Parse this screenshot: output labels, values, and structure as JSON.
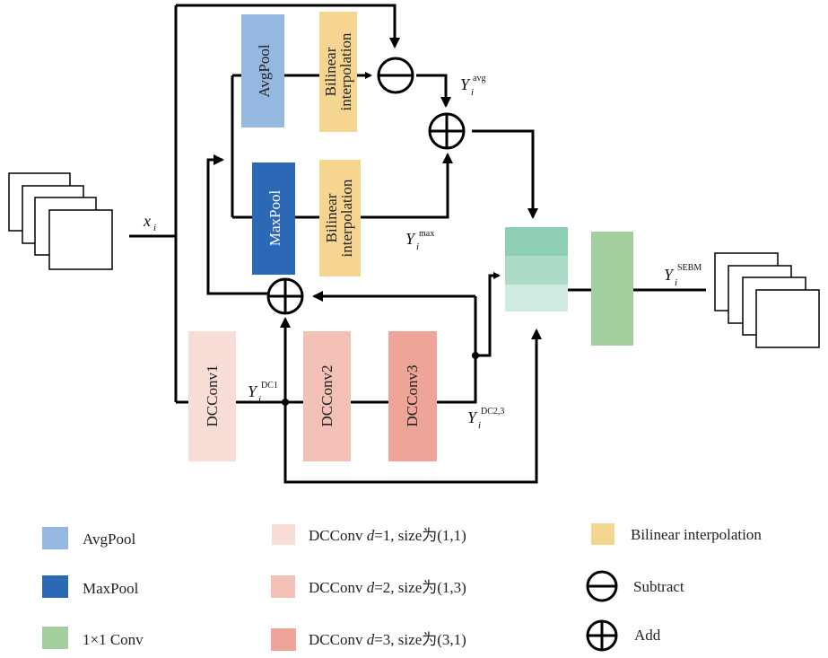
{
  "blocks": {
    "avgpool": {
      "label": "AvgPool",
      "color": "#94b8e0"
    },
    "maxpool": {
      "label": "MaxPool",
      "color": "#2b68b5"
    },
    "bilinear_top": {
      "label_line1": "Bilinear",
      "label_line2": "interpolation",
      "color": "#f5d590"
    },
    "bilinear_bottom": {
      "label_line1": "Bilinear",
      "label_line2": "interpolation",
      "color": "#f5d590"
    },
    "dcconv1": {
      "label": "DCConv1",
      "color": "#f8dcd6"
    },
    "dcconv2": {
      "label": "DCConv2",
      "color": "#f3c0b6"
    },
    "dcconv3": {
      "label": "DCConv3",
      "color": "#eea597"
    },
    "concat": {
      "colors": [
        "#8fcfb6",
        "#acdcc8",
        "#cfeadf"
      ]
    },
    "conv1x1": {
      "color": "#a3cf9f"
    }
  },
  "labels": {
    "x_i": {
      "base": "x",
      "sub": "i"
    },
    "y_avg": {
      "base": "Y",
      "sub": "i",
      "sup": "avg"
    },
    "y_max": {
      "base": "Y",
      "sub": "i",
      "sup": "max"
    },
    "y_dc1": {
      "base": "Y",
      "sub": "i",
      "sup": "DC1"
    },
    "y_dc23": {
      "base": "Y",
      "sub": "i",
      "sup": "DC2,3"
    },
    "y_sebm": {
      "base": "Y",
      "sub": "i",
      "sup": "SEBM"
    }
  },
  "legend": [
    {
      "label": "AvgPool",
      "color": "#94b8e0",
      "kind": "swatch"
    },
    {
      "label": "MaxPool",
      "color": "#2b68b5",
      "kind": "swatch"
    },
    {
      "label": "1×1 Conv",
      "color": "#a3cf9f",
      "kind": "swatch"
    },
    {
      "label_pre": "DCConv ",
      "label_d": "d",
      "label_post": "=1, size为(1,1)",
      "color": "#f8dcd6",
      "kind": "swatch"
    },
    {
      "label_pre": "DCConv ",
      "label_d": "d",
      "label_post": "=2, size为(1,3)",
      "color": "#f3c0b6",
      "kind": "swatch"
    },
    {
      "label_pre": "DCConv ",
      "label_d": "d",
      "label_post": "=3, size为(3,1)",
      "color": "#eea597",
      "kind": "swatch"
    },
    {
      "label": "Bilinear interpolation",
      "color": "#f5d590",
      "kind": "swatch"
    },
    {
      "label": "Subtract",
      "kind": "subtract-symbol"
    },
    {
      "label": "Add",
      "kind": "add-symbol"
    }
  ]
}
